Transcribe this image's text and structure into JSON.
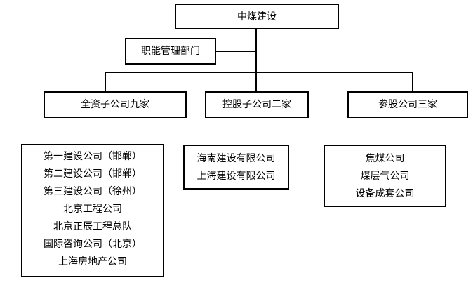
{
  "root": {
    "label": "中煤建设"
  },
  "function_dept": {
    "label": "职能管理部门"
  },
  "categories": [
    {
      "label": "全资子公司九家"
    },
    {
      "label": "控股子公司二家"
    },
    {
      "label": "参股公司三家"
    }
  ],
  "lists": [
    {
      "items": [
        "第一建设公司（邯郸）",
        "第二建设公司（邯郸）",
        "第三建设公司（徐州）",
        "北京工程公司",
        "北京正辰工程总队",
        "国际咨询公司（北京）",
        "上海房地产公司"
      ]
    },
    {
      "items": [
        "海南建设有限公司",
        "上海建设有限公司"
      ]
    },
    {
      "items": [
        "焦煤公司",
        "煤层气公司",
        "设备成套公司"
      ]
    }
  ]
}
